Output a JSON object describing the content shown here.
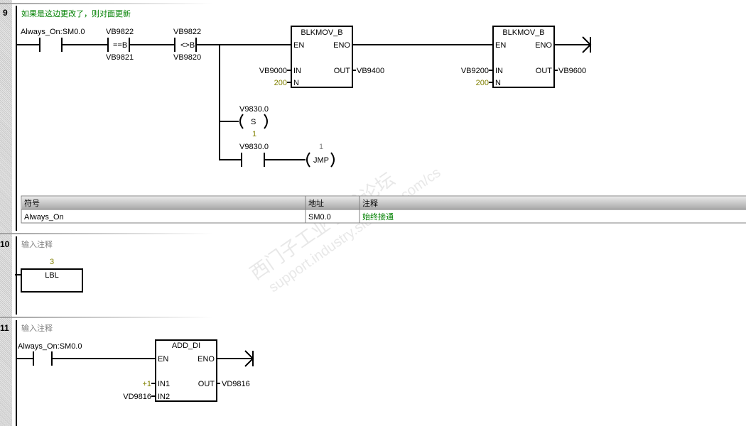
{
  "networks": [
    {
      "number": "9",
      "comment": "如果是这边更改了，则对面更新",
      "contact1": "Always_On:SM0.0",
      "compare1": {
        "top": "VB9822",
        "op": "==B",
        "bottom": "VB9821"
      },
      "compare2": {
        "top": "VB9822",
        "op": "<>B",
        "bottom": "VB9820"
      },
      "block1": {
        "title": "BLKMOV_B",
        "en": "EN",
        "eno": "ENO",
        "in_label": "IN",
        "out_label": "OUT",
        "n_label": "N",
        "in": "VB9000",
        "out": "VB9400",
        "n": "200"
      },
      "block2": {
        "title": "BLKMOV_B",
        "en": "EN",
        "eno": "ENO",
        "in_label": "IN",
        "out_label": "OUT",
        "n_label": "N",
        "in": "VB9200",
        "out": "VB9600",
        "n": "200"
      },
      "set_coil": {
        "address": "V9830.0",
        "type": "S",
        "count": "1"
      },
      "contact2": "V9830.0",
      "jmp_coil": {
        "label": "1",
        "type": "JMP"
      },
      "symbol_table": {
        "headers": [
          "符号",
          "地址",
          "注释"
        ],
        "rows": [
          [
            "Always_On",
            "SM0.0",
            "始终接通"
          ]
        ]
      }
    },
    {
      "number": "10",
      "comment": "输入注释",
      "lbl": {
        "value": "3",
        "title": "LBL"
      }
    },
    {
      "number": "11",
      "comment": "输入注释",
      "contact1": "Always_On:SM0.0",
      "block": {
        "title": "ADD_DI",
        "en": "EN",
        "eno": "ENO",
        "in1_label": "IN1",
        "in2_label": "IN2",
        "out_label": "OUT",
        "in1": "+1",
        "in2": "VD9816",
        "out": "VD9816"
      }
    }
  ],
  "watermark": {
    "line1": "西门子工业 技术论坛",
    "line2": "support.industry.siemens.com/cs"
  }
}
